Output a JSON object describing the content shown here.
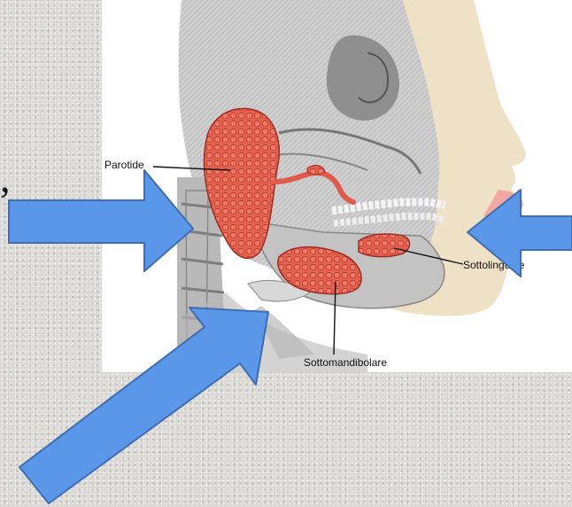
{
  "labels": {
    "parotide": "Parotide",
    "sottolinguale": "Sottolinguale",
    "sottomandibolare": "Sottomandibolare"
  },
  "stray_mark": ",",
  "colors": {
    "arrow_fill": "#5a97e8",
    "arrow_stroke": "#3f6db2",
    "gland": "#e05a4c",
    "skin": "#efe1c5",
    "bone": "#c9c9c9"
  }
}
